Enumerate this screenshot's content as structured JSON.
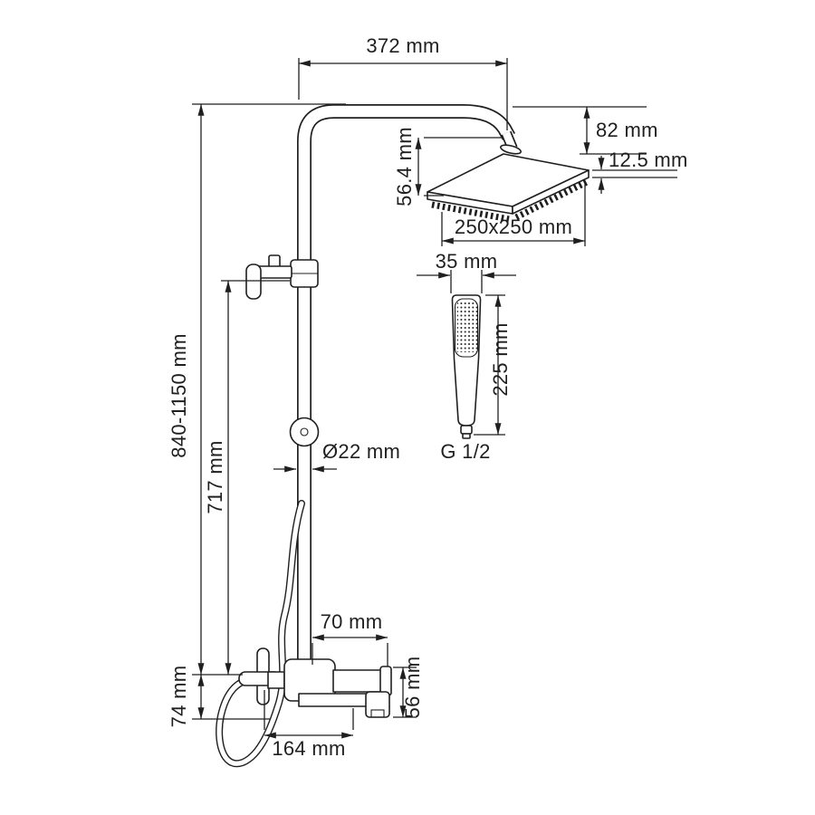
{
  "labels": {
    "arm_reach": "372 mm",
    "head_drop": "82 mm",
    "head_thickness": "12.5 mm",
    "head_offset": "56.4 mm",
    "head_size": "250x250 mm",
    "handset_width": "35 mm",
    "handset_length": "225 mm",
    "thread": "G 1/2",
    "overall_height": "840-1150 mm",
    "bar_height": "717 mm",
    "pipe_diameter": "Ø22 mm",
    "diverter_reach": "70 mm",
    "body_drop": "74 mm",
    "spout_reach": "164 mm",
    "spout_drop": "56 mm"
  }
}
